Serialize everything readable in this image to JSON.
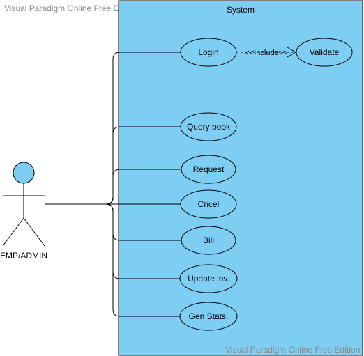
{
  "watermark": {
    "top": "Visual Paradigm Online Free Edition",
    "bottom": "Visual Paradigm Online Free Edition"
  },
  "system": {
    "title": "System",
    "fill": "#7ECEF4"
  },
  "actor": {
    "label": "EMP/ADMIN",
    "fill": "#7ECEF4"
  },
  "use_cases": [
    {
      "id": "login",
      "label": "Login"
    },
    {
      "id": "query-book",
      "label": "Query book"
    },
    {
      "id": "request",
      "label": "Request"
    },
    {
      "id": "cancel",
      "label": "Cncel"
    },
    {
      "id": "bill",
      "label": "Bill"
    },
    {
      "id": "update-inv",
      "label": "Update inv."
    },
    {
      "id": "gen-stats",
      "label": "Gen Stats."
    },
    {
      "id": "validate",
      "label": "Validate"
    }
  ],
  "relations": {
    "include_label": "<<Include>>"
  }
}
